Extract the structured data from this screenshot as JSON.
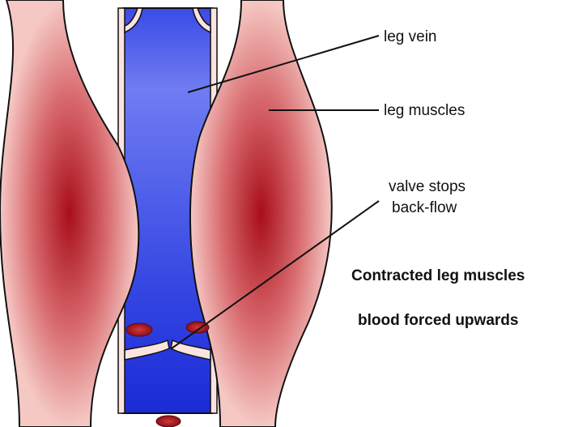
{
  "labels": {
    "leg_vein": "leg vein",
    "leg_muscles": "leg muscles",
    "valve_line1": "valve stops",
    "valve_line2": "back-flow"
  },
  "captions": {
    "line1": "Contracted leg muscles",
    "line2": "blood forced upwards"
  },
  "colors": {
    "muscle_core": "#a80e1a",
    "muscle_edge": "#f5c8c4",
    "vein_light": "#6f7cf2",
    "vein_dark": "#1b2bd6",
    "vein_wall": "#fbe3e0",
    "blood_cell": "#a0121c",
    "outline": "#111111"
  }
}
